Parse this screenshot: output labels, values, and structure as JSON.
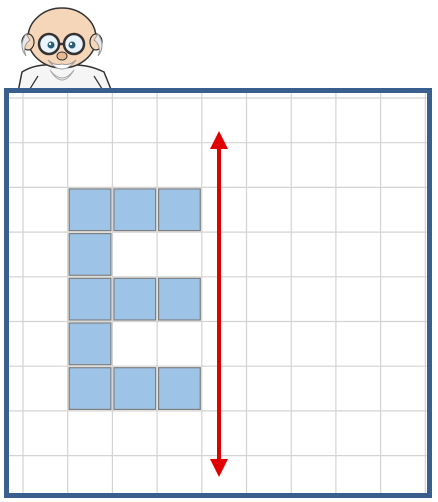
{
  "mascot": {
    "icon": "bald-scientist-with-glasses-icon"
  },
  "grid": {
    "columns": 9,
    "rows": 9,
    "line_color": "#d3d3d3",
    "frame_color": "#3a5f8f",
    "fill_color": "#9dc3e6",
    "filled_cells": [
      [
        1,
        2
      ],
      [
        2,
        2
      ],
      [
        3,
        2
      ],
      [
        1,
        3
      ],
      [
        1,
        4
      ],
      [
        2,
        4
      ],
      [
        3,
        4
      ],
      [
        1,
        5
      ],
      [
        1,
        6
      ],
      [
        2,
        6
      ],
      [
        3,
        6
      ]
    ]
  },
  "arrow": {
    "icon": "double-headed-vertical-arrow-icon",
    "color": "#e00000"
  }
}
